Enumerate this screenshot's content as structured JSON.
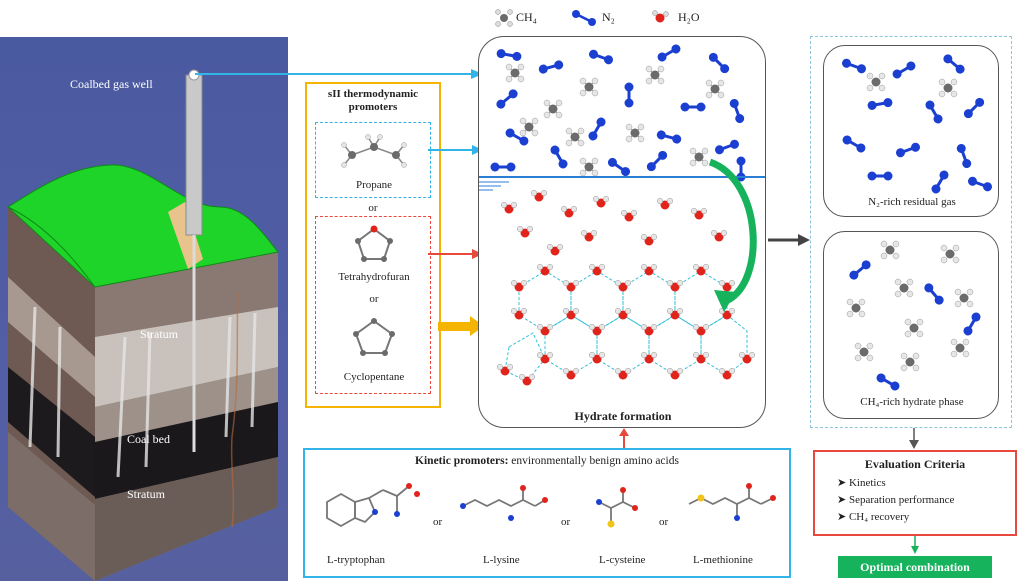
{
  "legend": {
    "ch4": "CH₄",
    "n2": "N₂",
    "h2o": "H₂O"
  },
  "geology": {
    "well_label": "Coalbed gas well",
    "stratum_upper": "Stratum",
    "coal_bed": "Coal bed",
    "stratum_lower": "Stratum"
  },
  "thermo": {
    "title": "sII thermodynamic promoters",
    "propane": "Propane",
    "or1": "or",
    "thf": "Tetrahydrofuran",
    "or2": "or",
    "cyclopentane": "Cyclopentane"
  },
  "reactor": {
    "hydrate_formation": "Hydrate formation"
  },
  "kinetic": {
    "title_bold": "Kinetic promoters:",
    "title_rest": "environmentally benign amino acids",
    "or": "or",
    "acids": [
      "L-tryptophan",
      "L-lysine",
      "L-cysteine",
      "L-methionine"
    ]
  },
  "results": {
    "residual_gas": "N₂-rich residual gas",
    "hydrate_phase": "CH₄-rich hydrate phase"
  },
  "criteria": {
    "title": "Evaluation Criteria",
    "items": [
      "Kinetics",
      "Separation performance",
      "CH₄ recovery"
    ]
  },
  "optimal": "Optimal combination",
  "colors": {
    "n2": "#1a3fd1",
    "carbon": "#6b6b6b",
    "hydrogen": "#e9e9e9",
    "oxygen": "#e0241b",
    "cyan": "#33b4e8",
    "red": "#e8493d",
    "yellow": "#f4b400",
    "green": "#16b25c",
    "ground": "#1fd428"
  }
}
